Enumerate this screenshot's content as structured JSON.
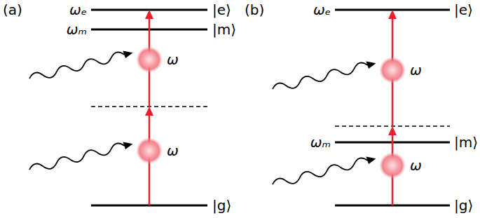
{
  "diagram": {
    "labels": [
      "(a)",
      "ωₑ",
      "|e⟩",
      "ωₘ",
      "|m⟩",
      "ω",
      "ω",
      "|g⟩",
      "(b)",
      "ωₑ",
      "|e⟩",
      "ω",
      "ωₘ",
      "|m⟩",
      "ω",
      "|g⟩"
    ]
  }
}
